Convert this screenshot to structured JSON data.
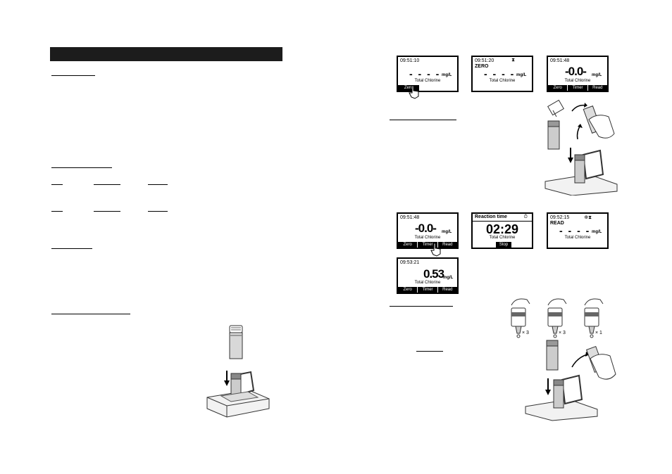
{
  "screens": {
    "s1": {
      "time": "09:51:10",
      "dashes": "- - - -",
      "unit": "mg/L",
      "param": "Total Chlorine",
      "keys": [
        "Zero"
      ]
    },
    "s2": {
      "time": "09:51:20",
      "status": "ZERO",
      "icon": "hourglass-icon",
      "dashes": "- - - -",
      "unit": "mg/L",
      "param": "Total Chlorine"
    },
    "s3": {
      "time": "09:51:48",
      "value": "-0.0-",
      "unit": "mg/L",
      "param": "Total Chlorine",
      "keys": [
        "Zero",
        "Timer",
        "Read"
      ]
    },
    "s4": {
      "time": "09:51:48",
      "value": "-0.0-",
      "unit": "mg/L",
      "param": "Total Chlorine",
      "keys": [
        "Zero",
        "Timer",
        "Read"
      ]
    },
    "s5": {
      "title": "Reaction time",
      "timer": "02:29",
      "param": "Total Chlorine",
      "stop": "Stop"
    },
    "s6": {
      "time": "09:52:15",
      "status": "READ",
      "dashes": "- - - -",
      "unit": "mg/L",
      "param": "Total Chlorine"
    },
    "s7": {
      "time": "09:53:21",
      "value": "0.53",
      "unit": "mg/L",
      "param": "Total Chlorine",
      "keys": [
        "Zero",
        "Timer",
        "Read"
      ]
    }
  },
  "illustrations": {
    "multipliers": [
      "× 3",
      "× 3",
      "× 1"
    ]
  }
}
